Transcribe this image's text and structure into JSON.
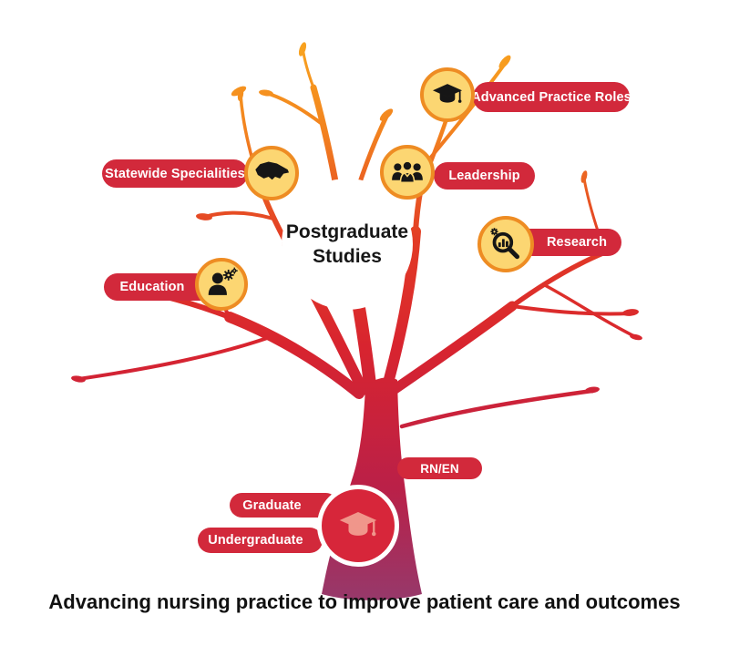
{
  "diagram": {
    "center": {
      "title_line1": "Postgraduate",
      "title_line2": "Studies"
    },
    "caption": "Advancing nursing practice to improve patient care and outcomes",
    "branch_nodes": [
      {
        "label": "Advanced Practice Roles",
        "icon": "graduation-cap-icon"
      },
      {
        "label": "Statewide Specialities",
        "icon": "victoria-map-icon"
      },
      {
        "label": "Leadership",
        "icon": "people-group-icon"
      },
      {
        "label": "Research",
        "icon": "research-magnifier-icon"
      },
      {
        "label": "Education",
        "icon": "person-gears-icon"
      }
    ],
    "trunk_nodes": [
      {
        "label": "RN/EN"
      },
      {
        "label": "Graduate"
      },
      {
        "label": "Undergraduate"
      }
    ],
    "root": {
      "icon": "graduation-cap-icon"
    },
    "colors": {
      "pill_red": "#d2293b",
      "node_circle_fill": "#fcd672",
      "node_circle_border": "#ee8c23",
      "icon_black": "#161616",
      "branch_orange_top": "#f9a61f",
      "branch_red_mid": "#d8242f",
      "trunk_purple_base": "#96396b",
      "root_circle_red": "#d7263a",
      "root_icon_salmon": "#f0968b",
      "caption_text": "#111111",
      "background": "#ffffff"
    }
  }
}
